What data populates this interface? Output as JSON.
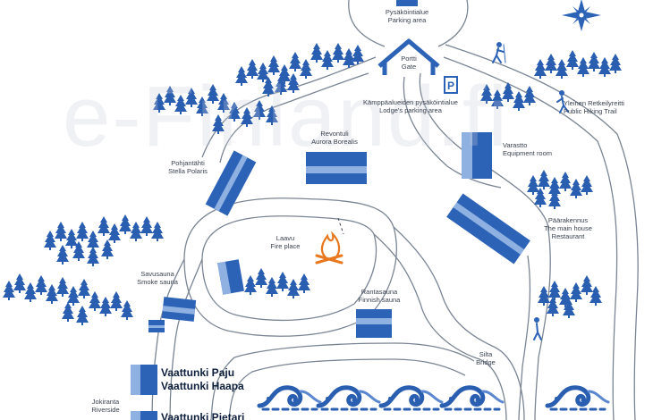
{
  "watermark": "e-Finland.fi",
  "labels": {
    "parking_main": [
      "Pysäköintialue",
      "Parking area"
    ],
    "gate": [
      "Portti",
      "Gate"
    ],
    "lodge_parking": [
      "Kämppäalueiden pysäköintialue",
      "Lodge's parking area"
    ],
    "hiking_trail": [
      "Yleinen Retkeilyreitti",
      "Public Hiking Trail"
    ],
    "aurora": [
      "Revontuli",
      "Aurora Borealis"
    ],
    "stella": [
      "Pohjantähti",
      "Stella Polaris"
    ],
    "equipment": [
      "Varastto",
      "Equipment room"
    ],
    "fireplace": [
      "Laavu",
      "Fire place"
    ],
    "main_house": [
      "Päärakennus",
      "The main house",
      "Restaurant"
    ],
    "smoke_sauna": [
      "Savusauna",
      "Smoke sauna"
    ],
    "finnish_sauna": [
      "Rantasauna",
      "Finnish sauna"
    ],
    "bridge": [
      "Silta",
      "Bridge"
    ],
    "riverside": [
      "Jokiranta",
      "Riverside"
    ]
  },
  "cabins": [
    "Vaattunki Paju",
    "Vaattunki Haapa",
    "Vaattunki Pietari"
  ],
  "icons": {
    "parking": "P",
    "compass": "compass-rose-icon",
    "hiker": "hiker-icon",
    "fire": "campfire-icon",
    "gate": "gate-icon",
    "waves": "wave-icon",
    "trees": "spruce-tree-icon"
  },
  "colors": {
    "building_blue": "#2d63b7",
    "building_light": "#8fb1e2",
    "tree_blue": "#2a5eb0",
    "road_line": "#7a8594",
    "fire_orange": "#e8771f",
    "text": "#3a4250",
    "cabin_text": "#0d1f3c"
  }
}
